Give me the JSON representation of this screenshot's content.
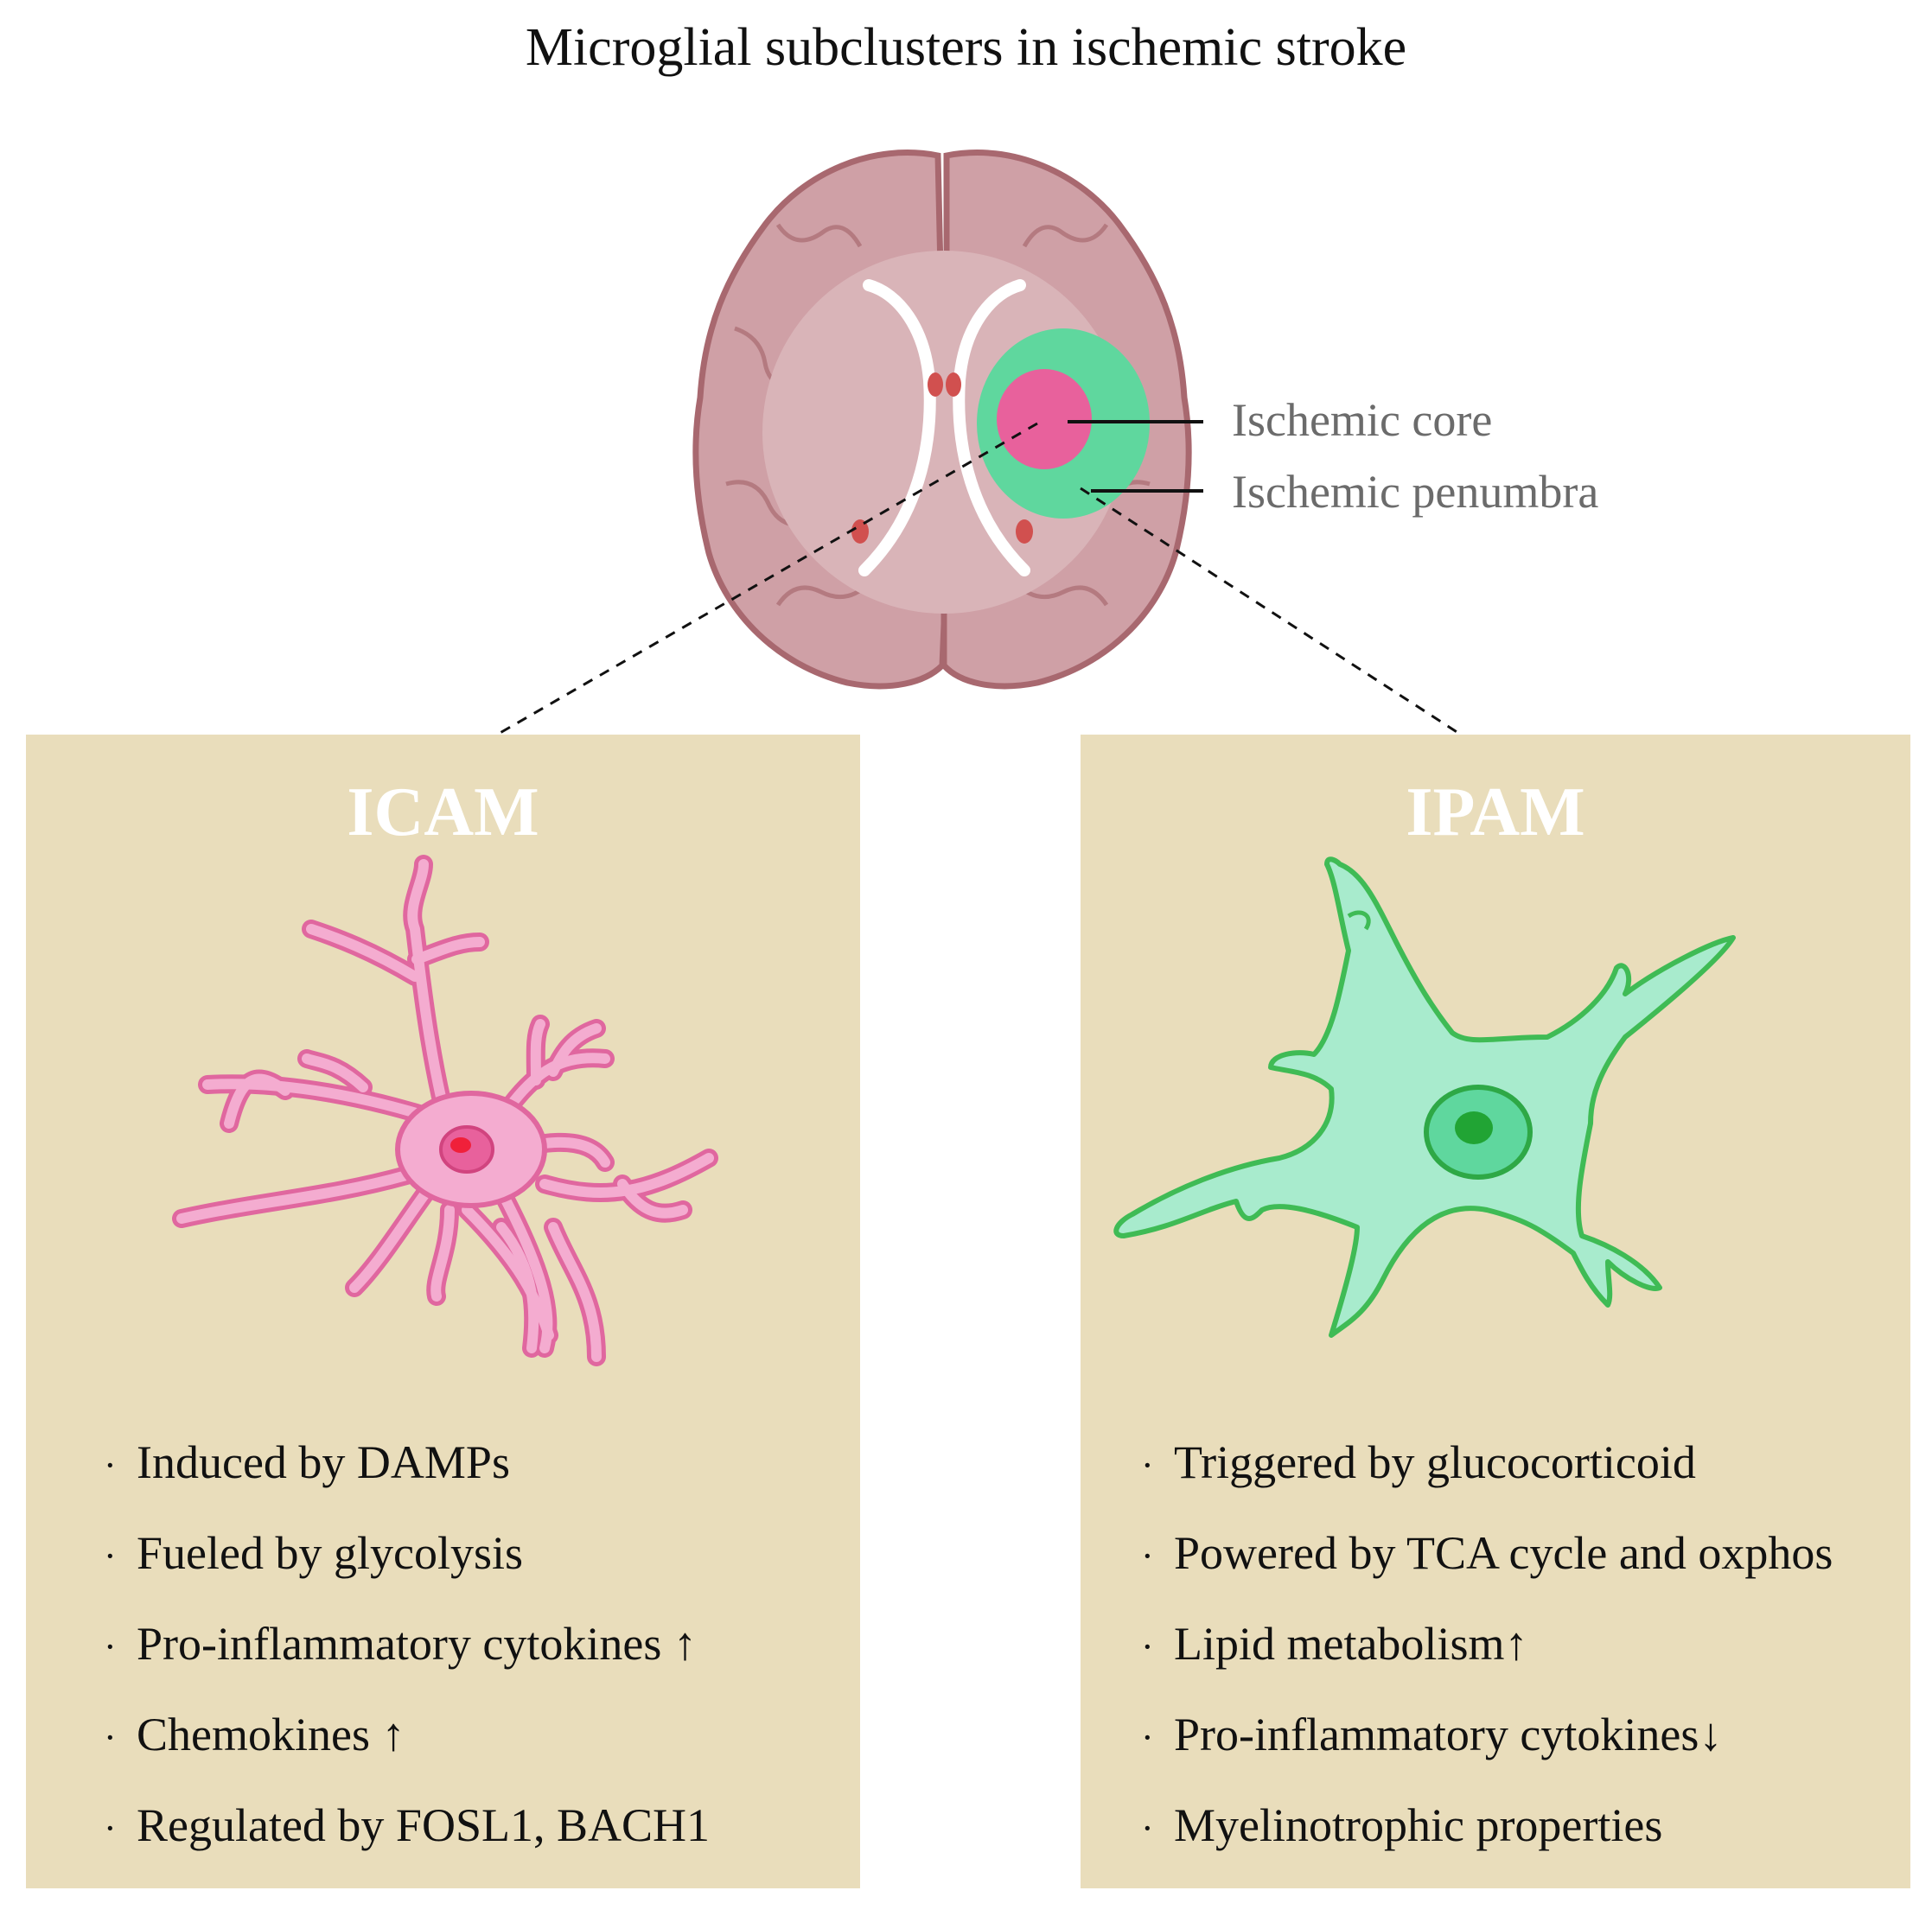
{
  "title": "Microglial subclusters in ischemic stroke",
  "brain": {
    "core_label": "Ischemic core",
    "penumbra_label": "Ischemic penumbra",
    "colors": {
      "tissue": "#cfa0a6",
      "outline": "#a8686f",
      "core": "#e8619c",
      "penumbra": "#5fd79e"
    }
  },
  "panels": [
    {
      "title": "ICAM",
      "cell_color": "#f08fbf",
      "features": [
        "Induced by DAMPs",
        "Fueled by glycolysis",
        "Pro-inflammatory cytokines ↑",
        "Chemokines ↑",
        "Regulated by FOSL1, BACH1"
      ]
    },
    {
      "title": "IPAM",
      "cell_color": "#a8ebcd",
      "features": [
        "Triggered by glucocorticoid",
        "Powered by TCA cycle and oxphos",
        "Lipid metabolism↑",
        "Pro-inflammatory cytokines↓",
        "Myelinotrophic properties"
      ]
    }
  ],
  "bullet": "·"
}
